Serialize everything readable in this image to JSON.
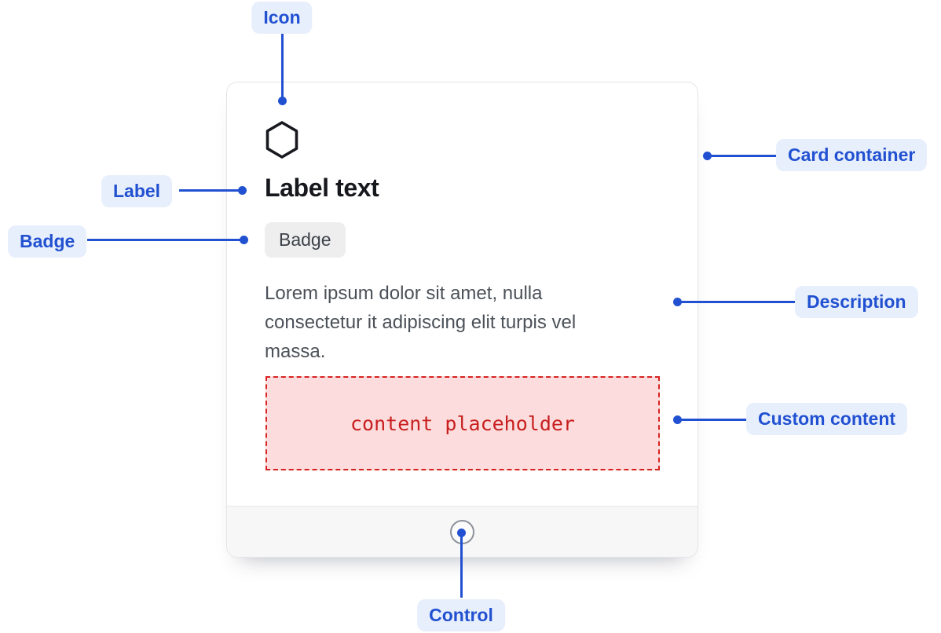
{
  "callouts": {
    "icon": "Icon",
    "label": "Label",
    "badge": "Badge",
    "card_container": "Card container",
    "description": "Description",
    "custom_content": "Custom content",
    "control": "Control"
  },
  "card": {
    "label": "Label text",
    "badge": "Badge",
    "description": "Lorem ipsum dolor sit amet, nulla\nconsectetur it adipiscing elit turpis vel\nmassa.",
    "placeholder": "content placeholder"
  },
  "icons": {
    "card_icon": "hexagon-outline-icon",
    "control_icon": "circle-control-button"
  },
  "colors": {
    "accent_blue": "#2151d1",
    "callout_bg": "#e8effc",
    "badge_bg": "#eeeeef",
    "badge_text": "#3d434a",
    "heading": "#16181d",
    "body_text": "#4b5158",
    "card_border": "#e3e5e8",
    "footer_bg": "#f7f7f8",
    "placeholder_bg": "#fcdcdc",
    "placeholder_border": "#d62222",
    "placeholder_text": "#c81e1e",
    "control_ring": "#8d939b",
    "icon_stroke": "#17191e"
  }
}
